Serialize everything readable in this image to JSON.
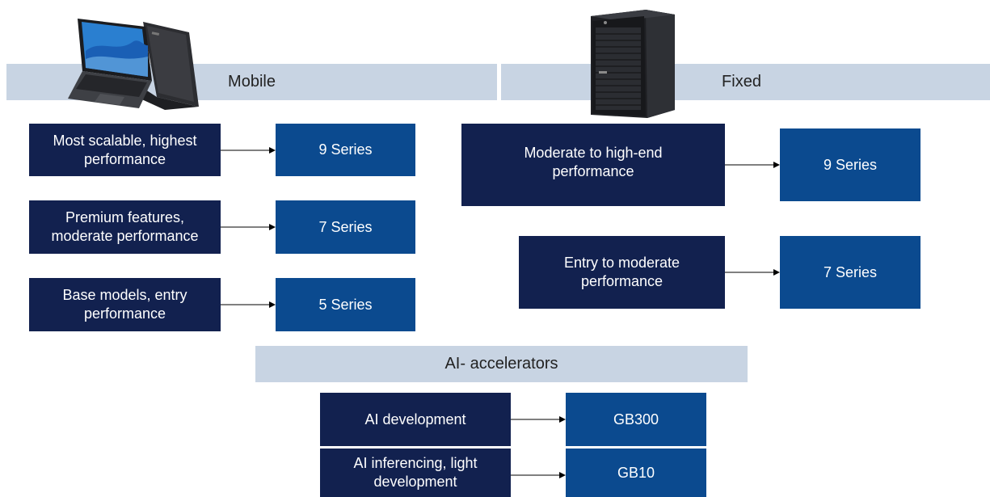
{
  "colors": {
    "band": "#c8d4e3",
    "dark_box": "#12214f",
    "series_box": "#0b4a8f"
  },
  "icons": {
    "laptop": "laptop-icon",
    "tower": "desktop-tower-icon"
  },
  "mobile": {
    "header": "Mobile",
    "rows": [
      {
        "description": "Most scalable, highest performance",
        "series": "9 Series"
      },
      {
        "description": "Premium features, moderate performance",
        "series": "7 Series"
      },
      {
        "description": "Base models, entry performance",
        "series": "5 Series"
      }
    ]
  },
  "fixed": {
    "header": "Fixed",
    "rows": [
      {
        "description": "Moderate to high-end performance",
        "series": "9 Series"
      },
      {
        "description": "Entry to moderate performance",
        "series": "7 Series"
      }
    ]
  },
  "ai": {
    "header": "AI- accelerators",
    "rows": [
      {
        "description": "AI development",
        "series": "GB300"
      },
      {
        "description": "AI inferencing, light development",
        "series": "GB10"
      }
    ]
  }
}
